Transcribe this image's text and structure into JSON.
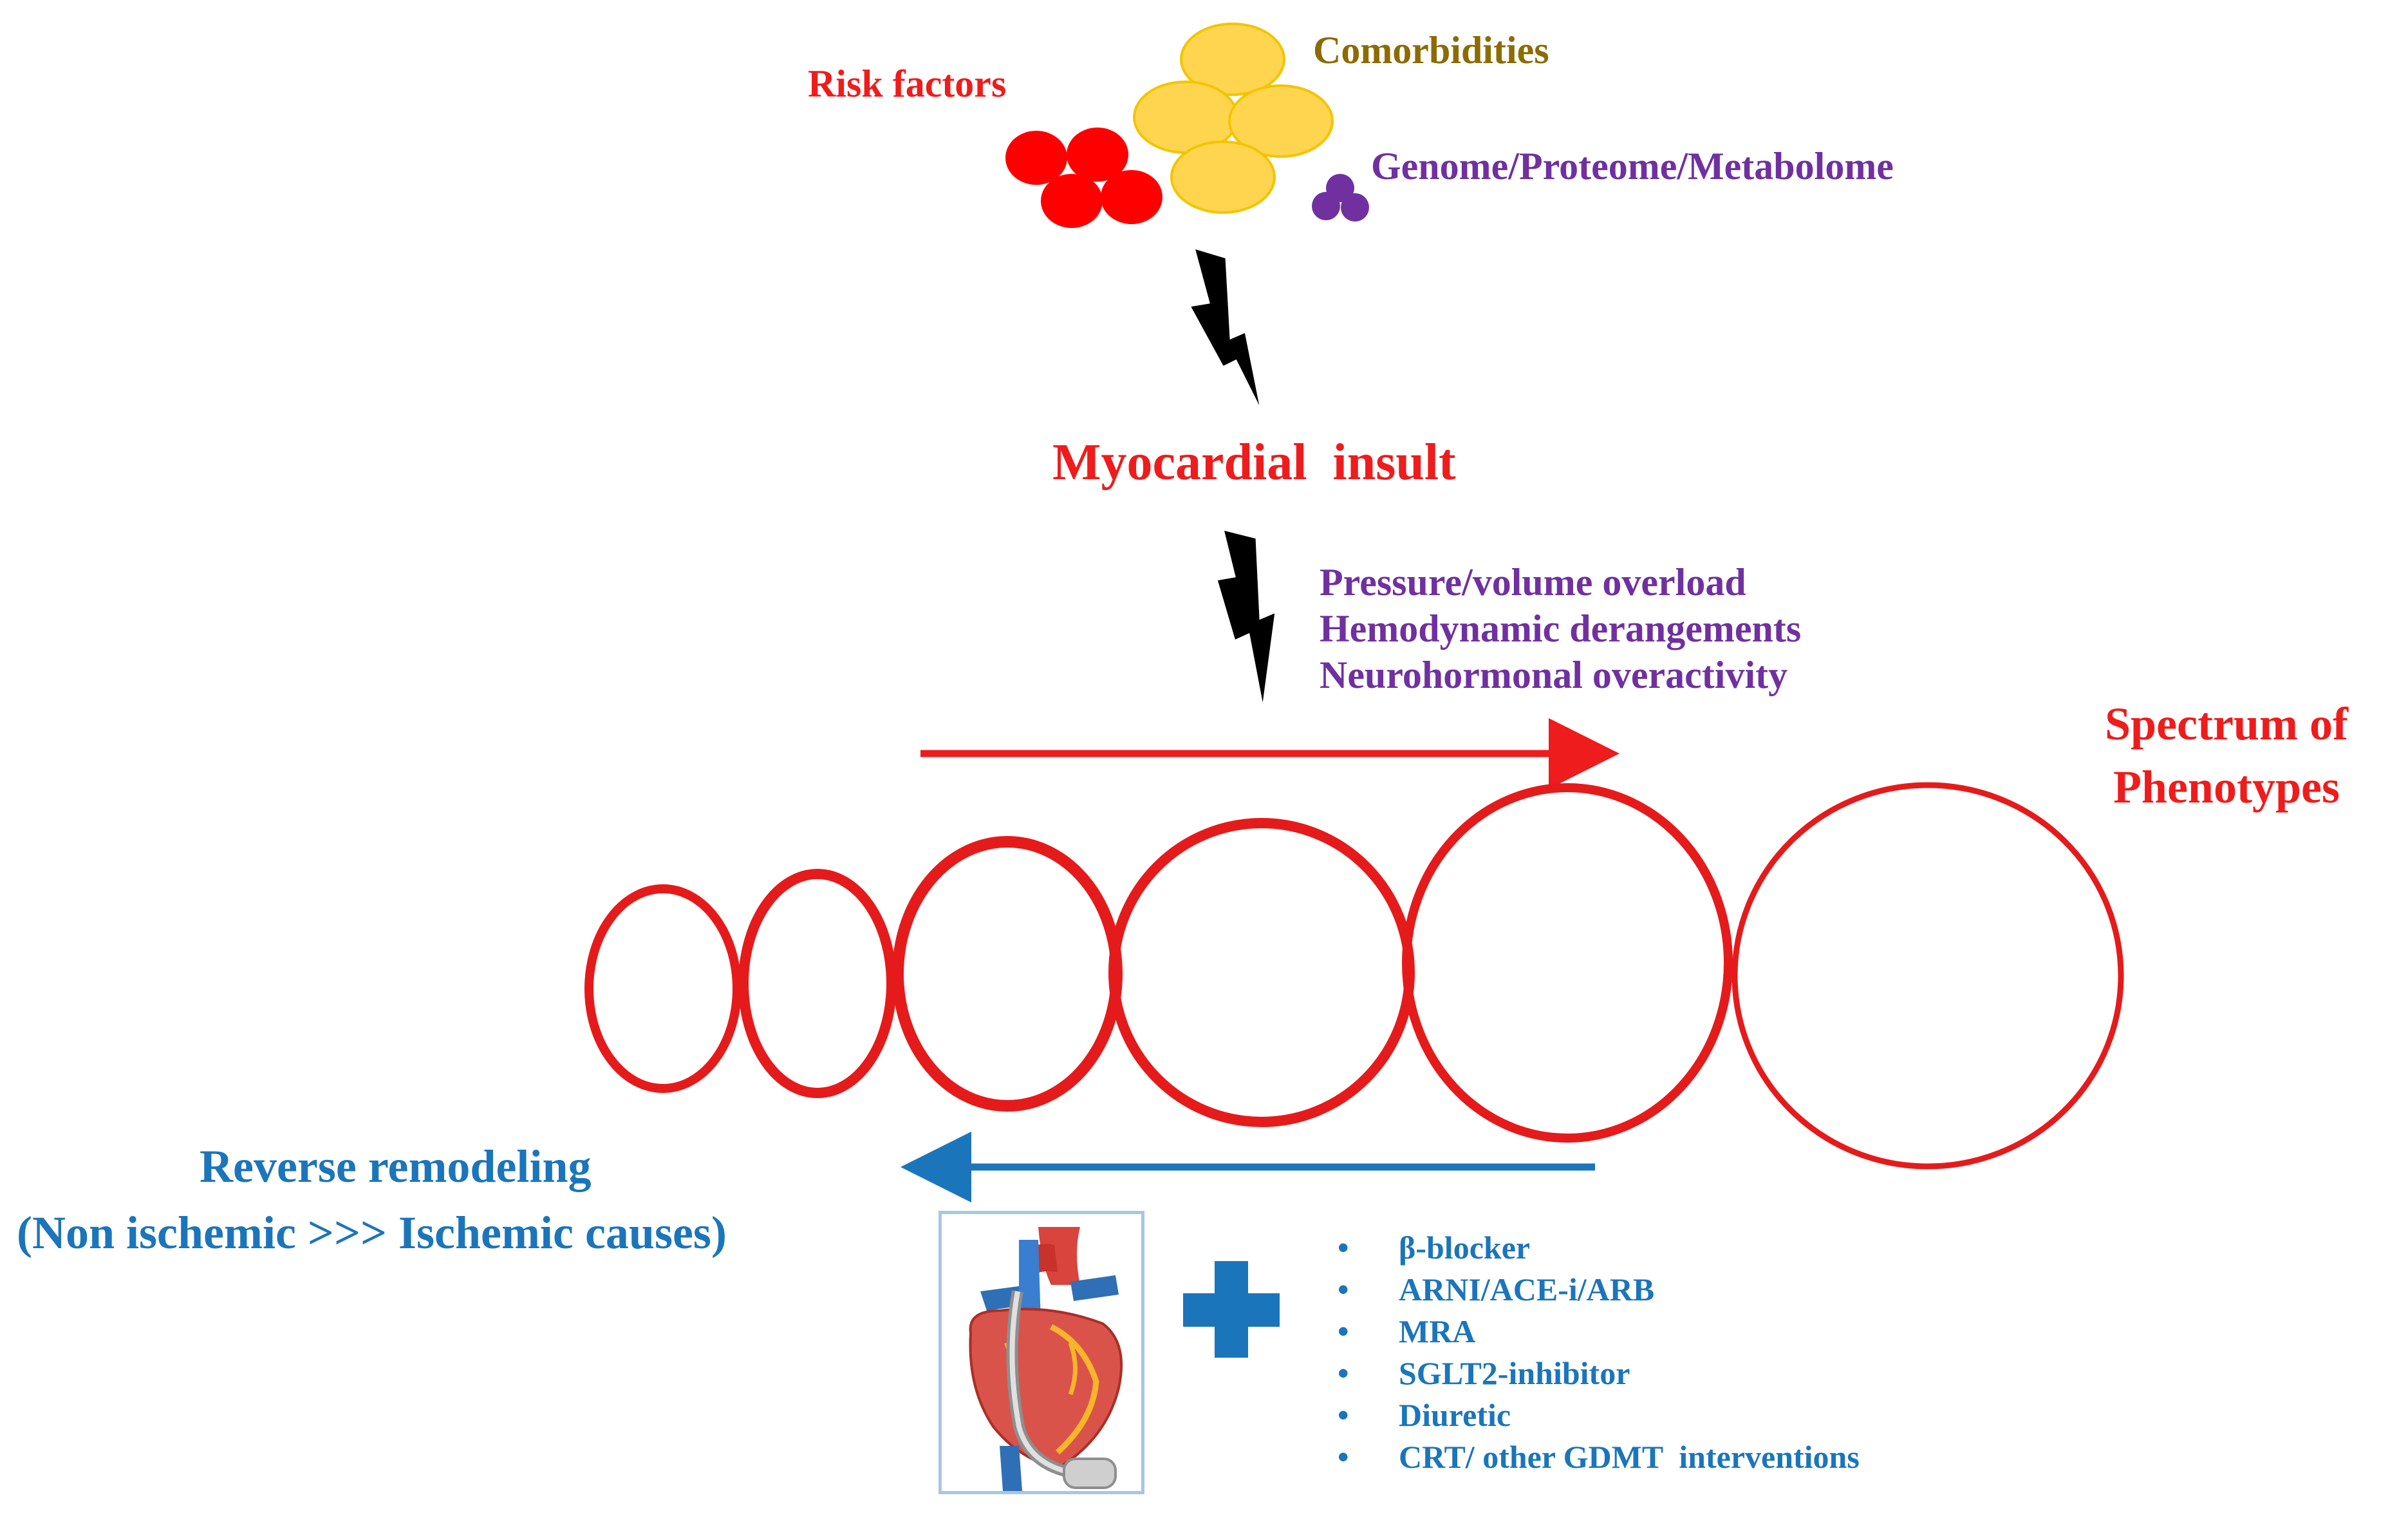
{
  "labels": {
    "risk_factors": "Risk factors",
    "comorbidities": "Comorbidities",
    "omics": "Genome/Proteome/Metabolome",
    "myocardial_insult": "Myocardial  insult",
    "mechanisms": [
      "Pressure/volume overload",
      "Hemodynamic derangements",
      "Neurohormonal overactivity"
    ],
    "spectrum_line1": "Spectrum of",
    "spectrum_line2": "Phenotypes",
    "reverse_remodeling": "Reverse remodeling",
    "reverse_causes": "(Non ischemic >>> Ischemic causes)",
    "bullet": "•",
    "therapies": [
      "β-blocker",
      "ARNI/ACE-i/ARB",
      "MRA",
      "SGLT2-inhibitor",
      "Diuretic",
      "CRT/ other GDMT  interventions"
    ]
  },
  "icons": {
    "bolt": "lightning-bolt-icon",
    "plus": "plus-icon",
    "heart": "heart-with-device-lead-icon"
  },
  "colors": {
    "red": "#ee1c1c",
    "ring_red": "#e51b1b",
    "comorbidity_text": "#8c6b00",
    "comorbidity_fill": "#ffd54f",
    "purple": "#7030a0",
    "blue": "#1b75bb",
    "black": "#000000"
  }
}
